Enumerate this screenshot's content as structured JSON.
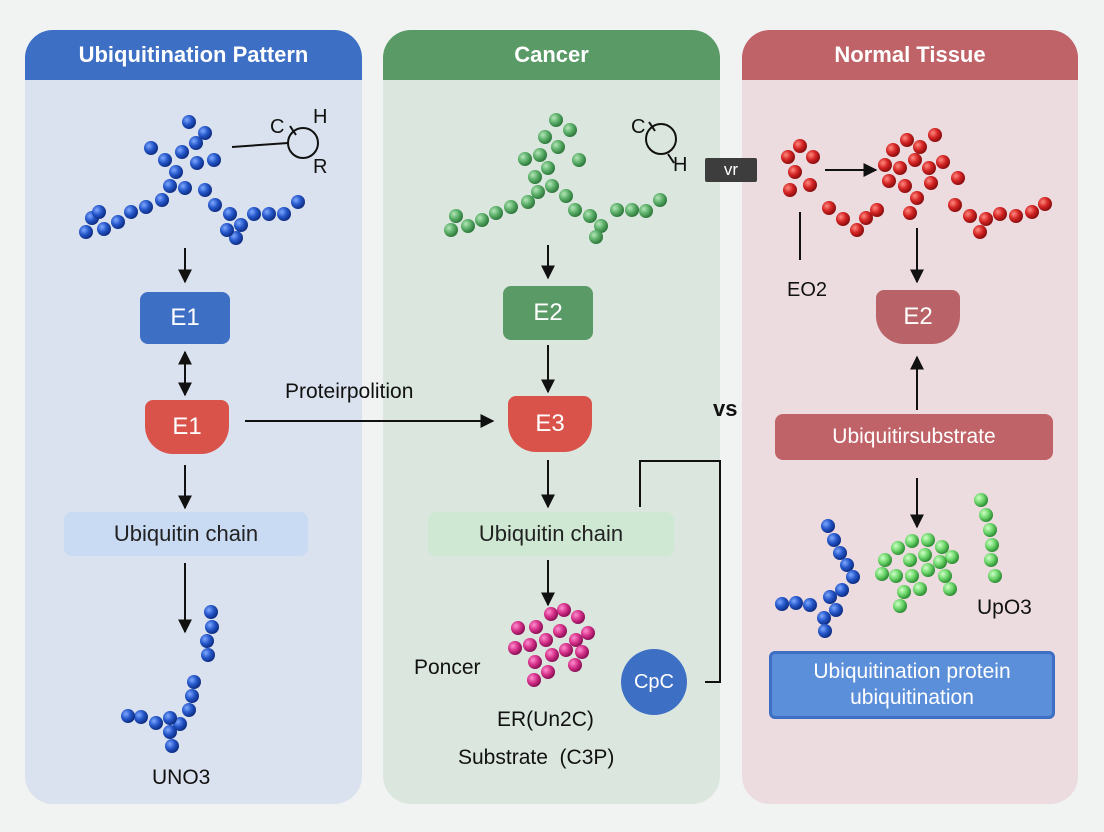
{
  "panels": {
    "left": {
      "title": "Ubiquitination Pattern"
    },
    "middle": {
      "title": "Cancer"
    },
    "right": {
      "title": "Normal Tissue"
    }
  },
  "left": {
    "molecule_labels": [
      "C",
      "H",
      "R"
    ],
    "box_1": "E1",
    "box_2": "E1",
    "chain_label": "Ubiquitin chain",
    "bottom_label": "UNO3"
  },
  "middle": {
    "molecule_labels": [
      "C",
      "H"
    ],
    "box_1": "E2",
    "box_2": "E3",
    "chain_label": "Ubiquitin chain",
    "poncer_label": "Poncer",
    "er_label": "ER(Un2C)",
    "substrate_label": "Substrate  (C3P)",
    "circle_label": "CpC"
  },
  "right": {
    "tag_label": "vr",
    "eo2_label": "EO2",
    "box_1": "E2",
    "substrate_bar": "Ubiquitirsubstrate",
    "upo3_label": "UpO3",
    "bottom_box_line1": "Ubiquitination protein",
    "bottom_box_line2": "ubiquitination"
  },
  "center": {
    "arrow_label": "Proteirpolition",
    "vs_label": "vs"
  },
  "colors": {
    "blue": "#3d6fc4",
    "green": "#5a9a67",
    "red_box": "#d9534a",
    "rose": "#b96368",
    "magenta": "#d6318a",
    "light_blue_bar": "#c9daf3",
    "light_green_bar": "#cfe8d3",
    "rose_bar": "#c06368"
  }
}
